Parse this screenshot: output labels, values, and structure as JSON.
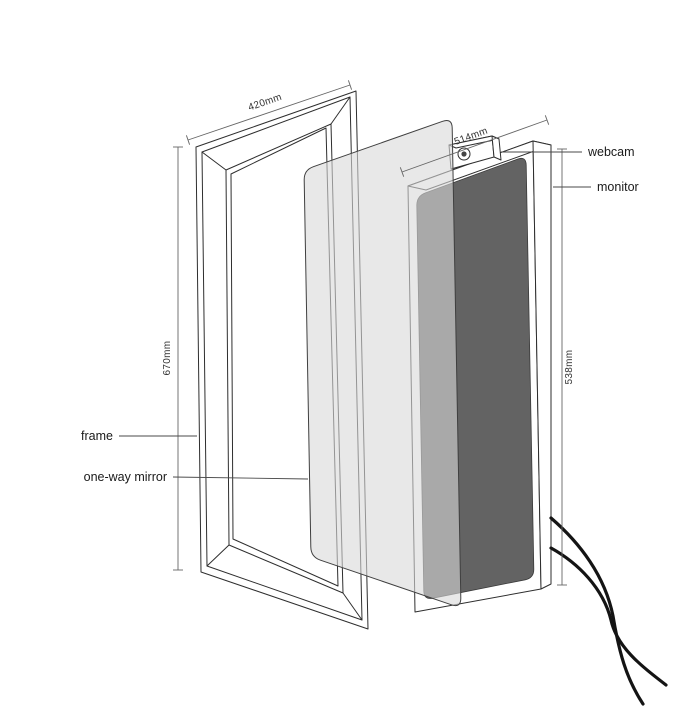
{
  "diagram": {
    "labels": {
      "frame": "frame",
      "one_way_mirror": "one-way mirror",
      "webcam": "webcam",
      "monitor": "monitor"
    },
    "dimensions": {
      "frame_width": "420mm",
      "frame_height": "670mm",
      "monitor_width": "514mm",
      "monitor_height": "538mm"
    },
    "colors": {
      "background": "#ffffff",
      "line": "#2e2e2e",
      "dimension": "#666666",
      "mirror_fill": "#d9d9d9",
      "screen_fill": "#636363",
      "cable": "#141414"
    }
  }
}
